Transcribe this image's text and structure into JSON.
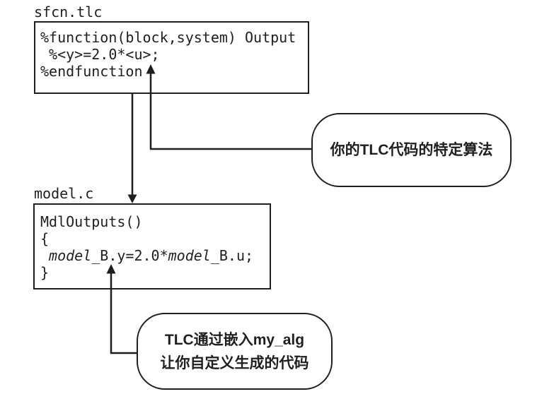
{
  "colors": {
    "ink": "#1f1f1f",
    "background": "#ffffff"
  },
  "sfcn_box": {
    "label": "sfcn.tlc",
    "lines": [
      "%function(block,system) Output",
      " %<y>=2.0*<u>;",
      "%endfunction"
    ]
  },
  "model_box": {
    "label": "model.c",
    "line_1": "MdlOutputs()",
    "line_2": "{",
    "line_3": {
      "italic_1": " model",
      "plain_1": "_B.y=2.0*",
      "italic_2": "model",
      "plain_2": "_B.u;"
    },
    "line_4": "}"
  },
  "callouts": {
    "tlc_algorithm": {
      "text": "你的TLC代码的特定算法"
    },
    "custom_codegen": {
      "line_1": "TLC通过嵌入my_alg",
      "line_2": "让你自定义生成的代码"
    }
  }
}
